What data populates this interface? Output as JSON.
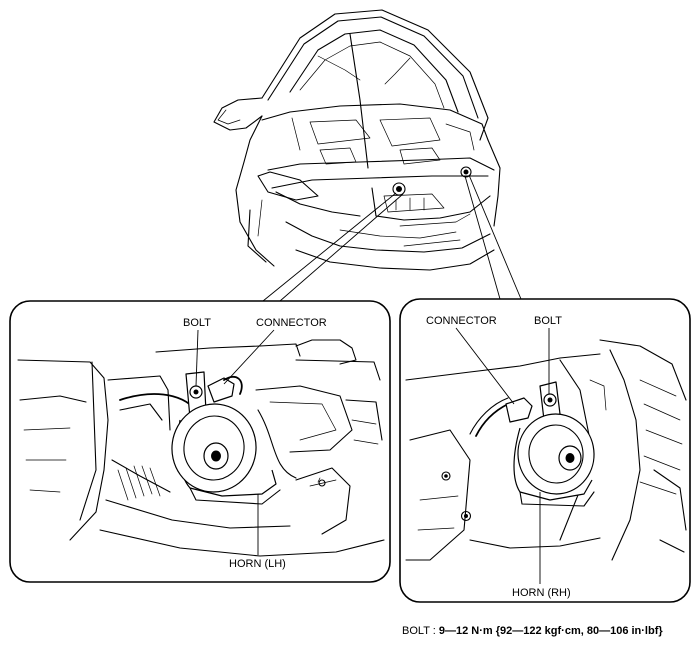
{
  "labels": {
    "left_bolt": "BOLT",
    "left_connector": "CONNECTOR",
    "left_horn": "HORN (LH)",
    "right_connector": "CONNECTOR",
    "right_bolt": "BOLT",
    "right_horn": "HORN (RH)"
  },
  "torque_spec": {
    "prefix": "BOLT : ",
    "value": "9—12 N·m {92—122 kgf·cm, 80—106 in·lbf}"
  }
}
